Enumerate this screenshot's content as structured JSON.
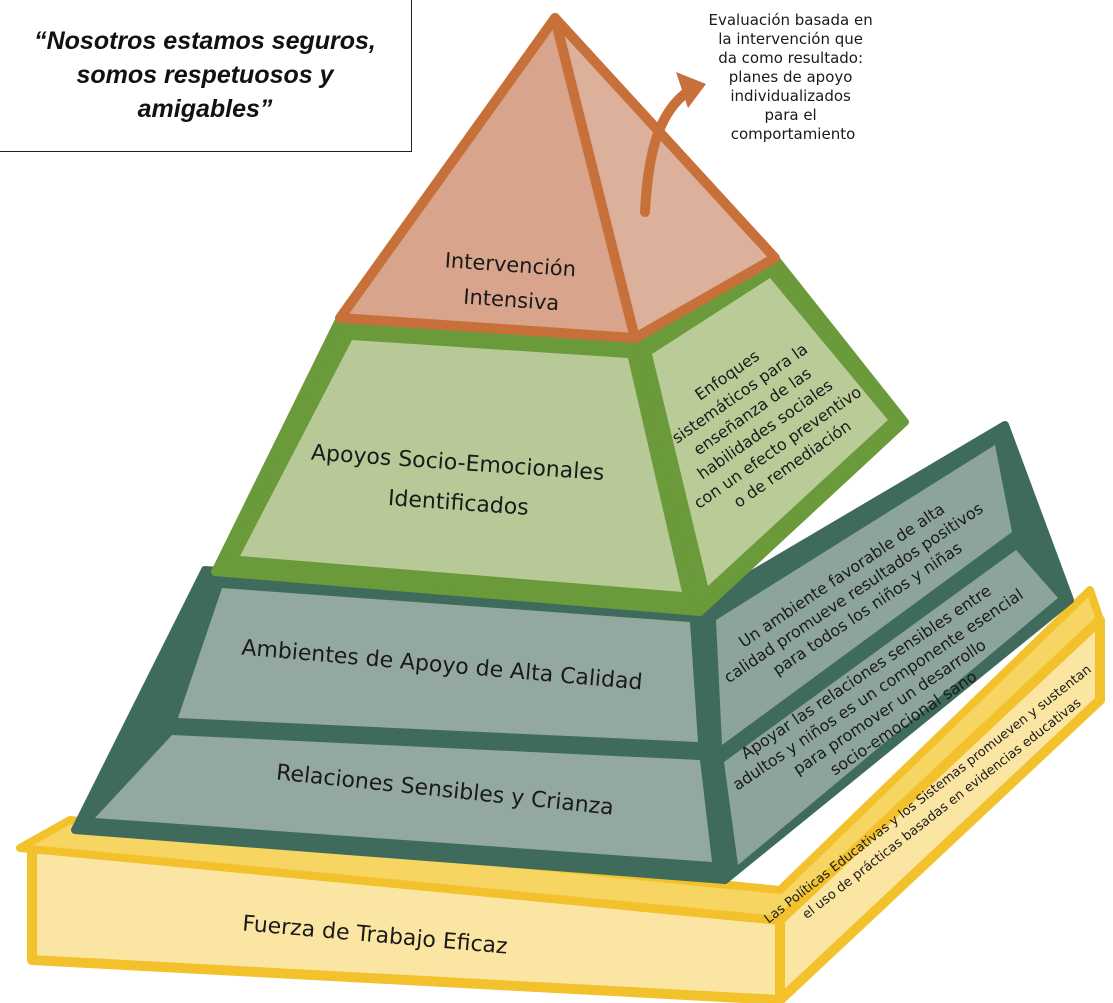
{
  "quote": "“Nosotros estamos seguros, somos respetuosos y amigables”",
  "annotation": {
    "lines": [
      "Evaluación basada en",
      "la intervención que",
      "da como resultado:",
      "planes de apoyo",
      "individualizados",
      "para el",
      "comportamiento"
    ]
  },
  "tiers": {
    "top": {
      "lines": [
        "Intervención",
        "Intensiva"
      ]
    },
    "second": {
      "lines": [
        "Apoyos Socio-Emocionales",
        "Identificados"
      ],
      "side_lines": [
        "Enfoques",
        "sistemáticos para la",
        "enseñanza de las",
        "habilidades sociales",
        "con un efecto preventivo",
        "o de remediación"
      ]
    },
    "third_upper": {
      "label": "Ambientes de Apoyo de Alta Calidad",
      "side_lines": [
        "Un ambiente favorable de alta",
        "calidad promueve resultados positivos",
        "para todos los niños y niñas"
      ]
    },
    "third_lower": {
      "label": "Relaciones Sensibles y Crianza",
      "side_lines": [
        "Apoyar las relaciones sensibles entre",
        "adultos y niños es un componente esencial",
        "para promover un desarrollo",
        "socio-emocional sano"
      ]
    },
    "base": {
      "label": "Fuerza de Trabajo Eficaz",
      "side_lines": [
        "Las Políticas Educativas y los Sistemas promueven y sustentan",
        "el uso de  prácticas basadas en evidencias educativas"
      ]
    }
  },
  "colors": {
    "orange_edge": "#c8703a",
    "orange_fill": "#d9a48c",
    "orange_side": "#dcb09b",
    "green_edge": "#6a9a3a",
    "green_fill": "#b7c996",
    "green_side": "#b9cc98",
    "teal_edge": "#3f6b5d",
    "teal_fill": "#93a89f",
    "teal_side": "#8da49b",
    "yellow_edge": "#f2c12c",
    "yellow_fill": "#fbe5a2"
  }
}
